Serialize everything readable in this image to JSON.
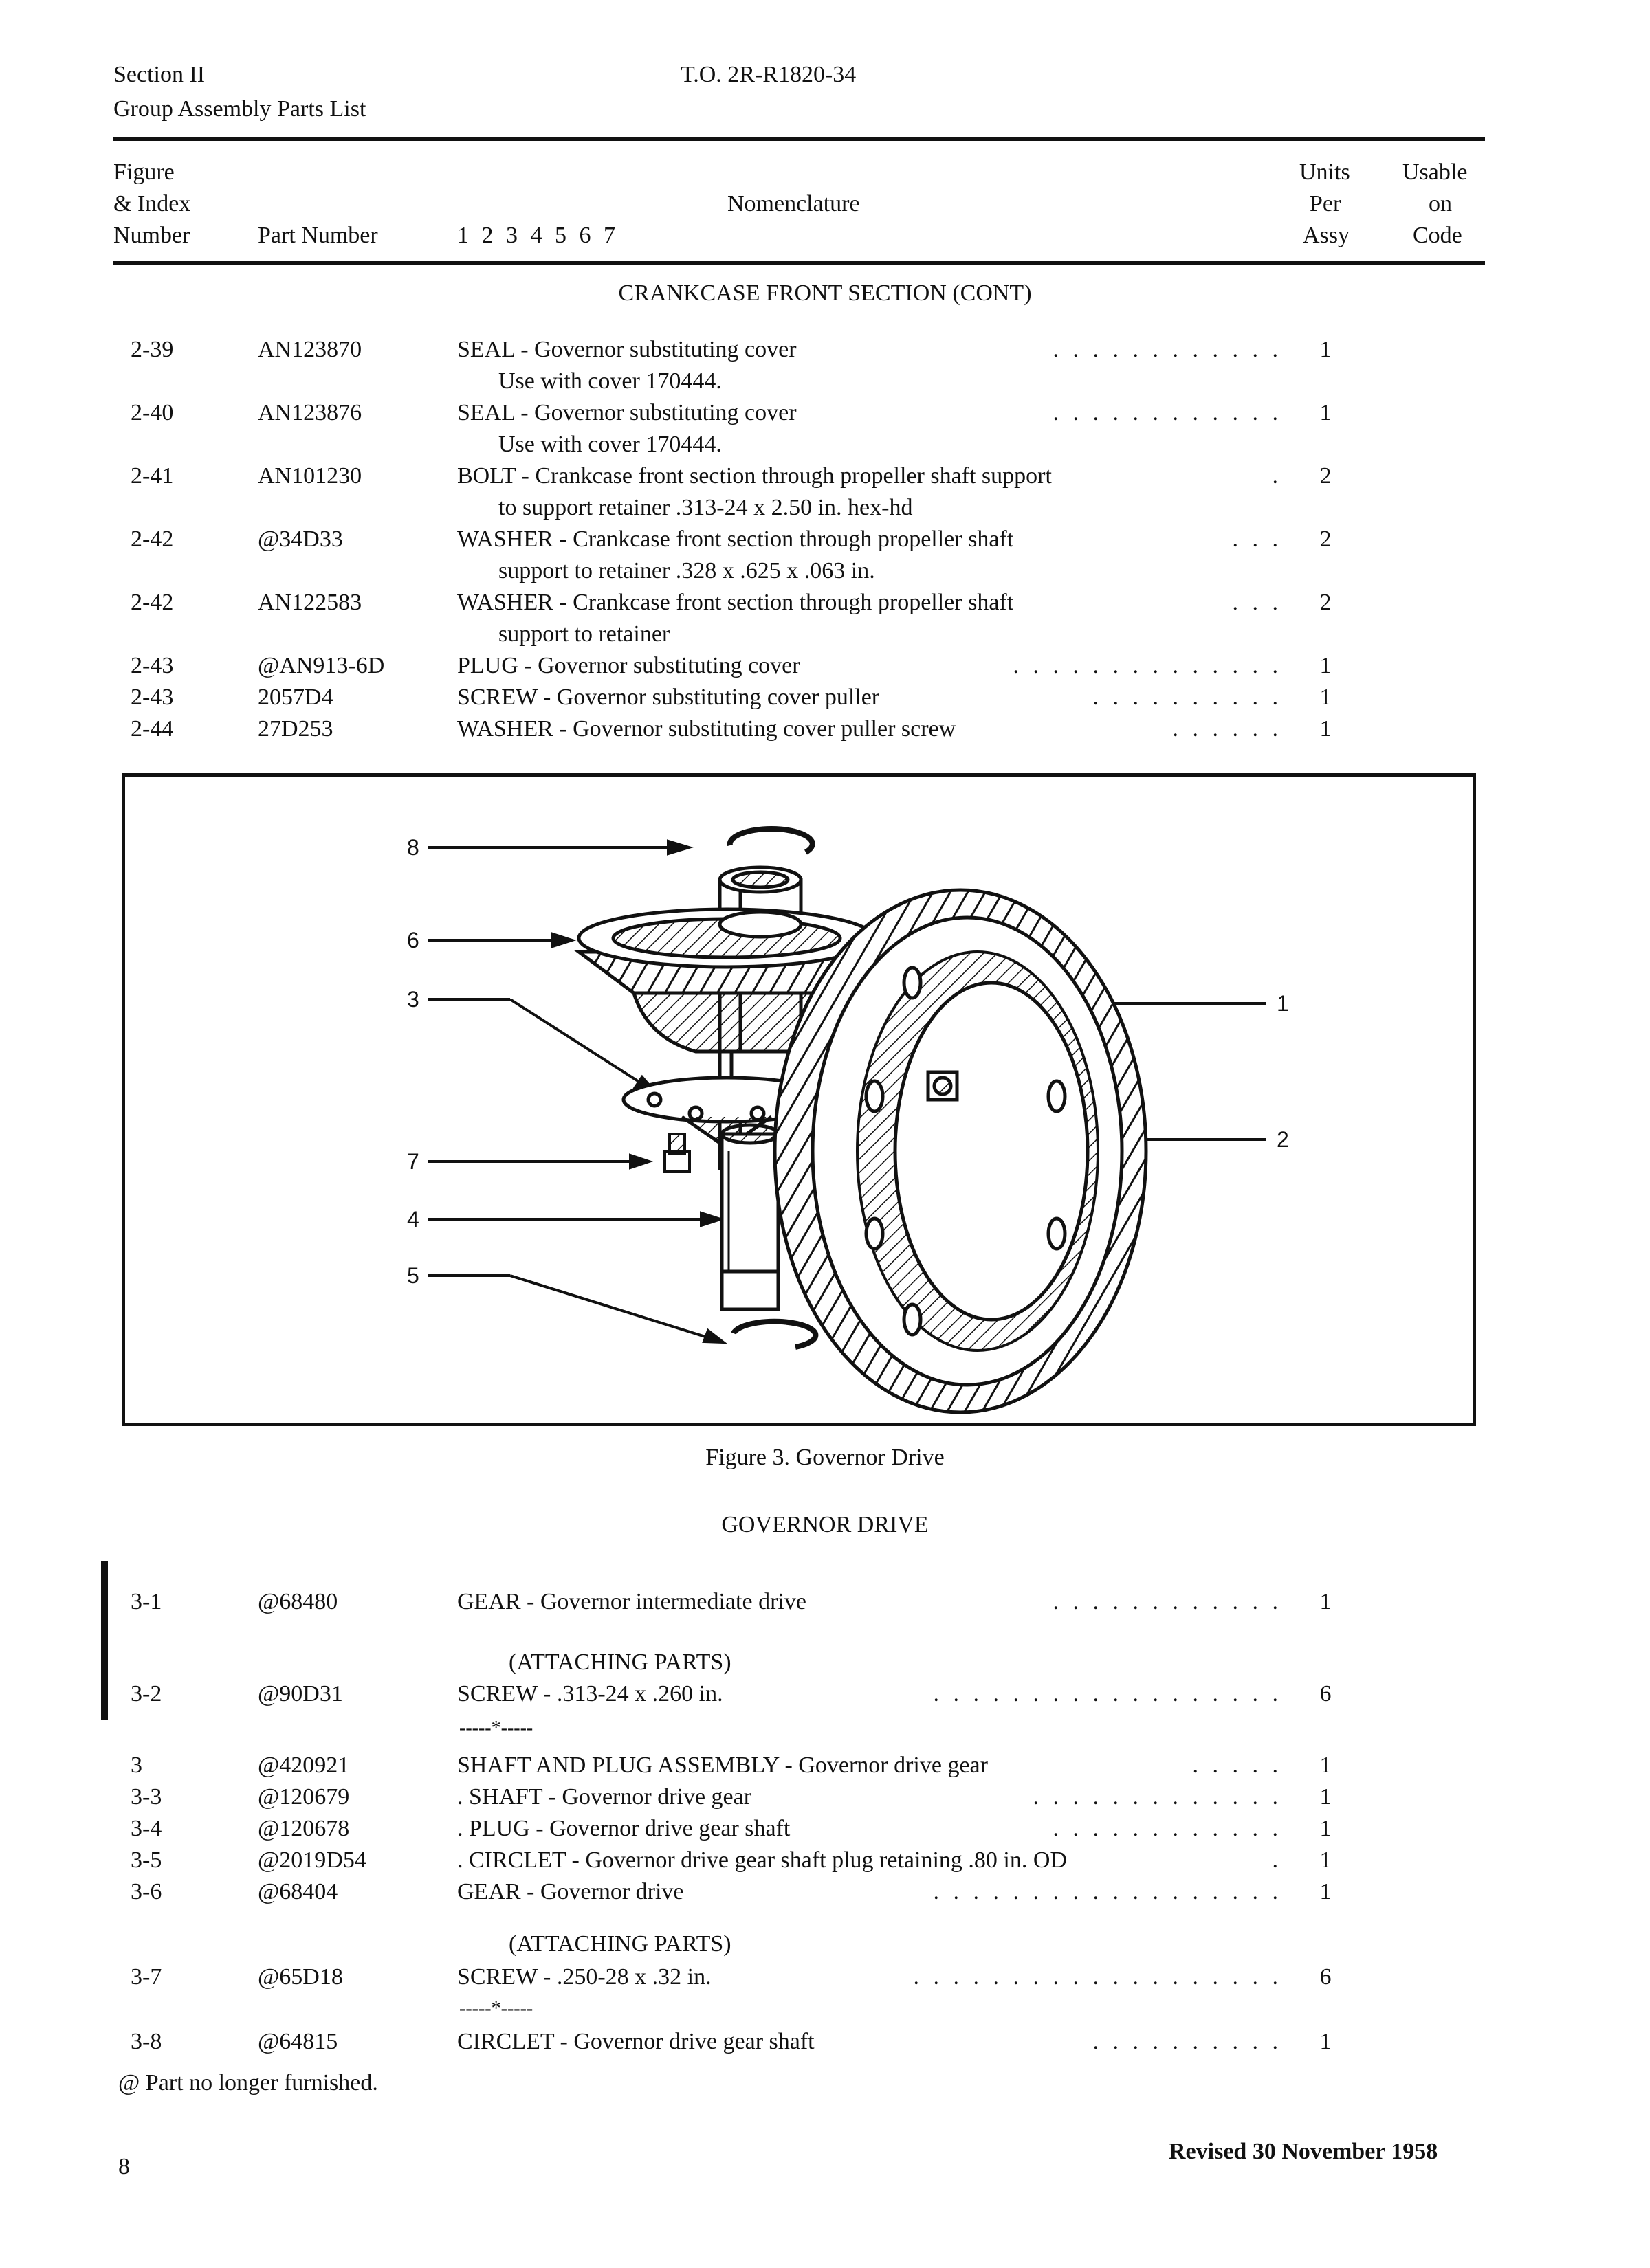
{
  "header": {
    "section": "Section II",
    "subtitle": "Group Assembly Parts List",
    "to_number": "T.O. 2R-R1820-34"
  },
  "columns": {
    "figure_line1": "Figure",
    "figure_line2": "& Index",
    "figure_line3": "Number",
    "part_number": "Part Number",
    "indent_levels": "1 2 3 4 5 6 7",
    "nomenclature": "Nomenclature",
    "units_line1": "Units",
    "units_line2": "Per",
    "units_line3": "Assy",
    "usable_line1": "Usable",
    "usable_line2": "on",
    "usable_line3": "Code"
  },
  "section1": {
    "title": "CRANKCASE FRONT SECTION (CONT)",
    "rows": [
      {
        "index": "2-39",
        "part": "AN123870",
        "nom": "SEAL - Governor substituting cover",
        "dots": ". . . . . . . . . . . .",
        "line2": "Use with cover 170444.",
        "units": "1"
      },
      {
        "index": "2-40",
        "part": "AN123876",
        "nom": "SEAL - Governor substituting cover",
        "dots": ". . . . . . . . . . . .",
        "line2": "Use with cover 170444.",
        "units": "1"
      },
      {
        "index": "2-41",
        "part": "AN101230",
        "nom": "BOLT - Crankcase front section through propeller shaft support",
        "dots": ".",
        "line2": "to support retainer .313-24 x 2.50 in. hex-hd",
        "units": "2"
      },
      {
        "index": "2-42",
        "part": "@34D33",
        "nom": "WASHER - Crankcase front section through propeller shaft",
        "dots": ". . .",
        "line2": "support to retainer .328 x .625 x .063 in.",
        "units": "2"
      },
      {
        "index": "2-42",
        "part": "AN122583",
        "nom": "WASHER - Crankcase front section through propeller shaft",
        "dots": ". . .",
        "line2": "support to retainer",
        "units": "2"
      },
      {
        "index": "2-43",
        "part": "@AN913-6D",
        "nom": "PLUG - Governor substituting cover",
        "dots": ". . . . . . . . . . . . . .",
        "line2": "",
        "units": "1"
      },
      {
        "index": "2-43",
        "part": "2057D4",
        "nom": "SCREW - Governor substituting cover puller",
        "dots": ". . . . . . . . . .",
        "line2": "",
        "units": "1"
      },
      {
        "index": "2-44",
        "part": "27D253",
        "nom": "WASHER - Governor substituting cover puller screw",
        "dots": ". . . . . .",
        "line2": "",
        "units": "1"
      }
    ]
  },
  "figure": {
    "caption": "Figure 3. Governor Drive",
    "callouts": [
      "8",
      "6",
      "3",
      "7",
      "4",
      "5",
      "1",
      "2"
    ]
  },
  "section2": {
    "title": "GOVERNOR DRIVE",
    "attaching_parts": "(ATTACHING PARTS)",
    "separator": "-----*-----",
    "rows": [
      {
        "index": "3-1",
        "part": "@68480",
        "nom": "GEAR - Governor intermediate drive",
        "dots": ". . . . . . . . . . . .",
        "units": "1"
      },
      {
        "index": "3-2",
        "part": "@90D31",
        "nom": "SCREW - .313-24 x .260 in.",
        "dots": ". . . . . . . . . . . . . . . . . .",
        "units": "6"
      },
      {
        "index": "3",
        "part": "@420921",
        "nom": "SHAFT AND PLUG ASSEMBLY - Governor drive gear",
        "dots": ". . . . .",
        "units": "1"
      },
      {
        "index": "3-3",
        "part": "@120679",
        "nom": ". SHAFT - Governor drive gear",
        "dots": ". . . . . . . . . . . . .",
        "units": "1"
      },
      {
        "index": "3-4",
        "part": "@120678",
        "nom": ". PLUG - Governor drive gear shaft",
        "dots": ". . . . . . . . . . . .",
        "units": "1"
      },
      {
        "index": "3-5",
        "part": "@2019D54",
        "nom": ". CIRCLET - Governor drive gear shaft plug retaining .80 in. OD",
        "dots": ".",
        "units": "1"
      },
      {
        "index": "3-6",
        "part": "@68404",
        "nom": "GEAR - Governor drive",
        "dots": ". . . . . . . . . . . . . . . . . .",
        "units": "1"
      },
      {
        "index": "3-7",
        "part": "@65D18",
        "nom": "SCREW - .250-28 x .32 in.",
        "dots": ". . . . . . . . . . . . . . . . . . .",
        "units": "6"
      },
      {
        "index": "3-8",
        "part": "@64815",
        "nom": "CIRCLET - Governor drive gear shaft",
        "dots": ". . . . . . . . . .",
        "units": "1"
      }
    ]
  },
  "footer": {
    "note": "@ Part no longer furnished.",
    "page_number": "8",
    "revised": "Revised 30 November 1958"
  }
}
